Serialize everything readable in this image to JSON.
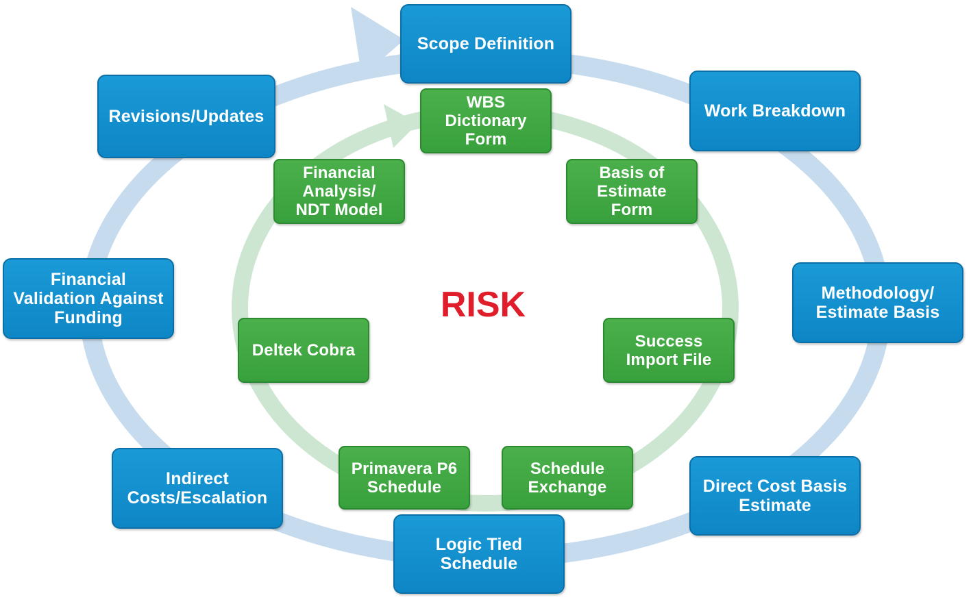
{
  "outer_cycle": [
    {
      "id": "scope",
      "label": "Scope Definition"
    },
    {
      "id": "wbd",
      "label": "Work Breakdown"
    },
    {
      "id": "method",
      "label": "Methodology/\nEstimate Basis"
    },
    {
      "id": "direct",
      "label": "Direct Cost Basis\nEstimate"
    },
    {
      "id": "logic",
      "label": "Logic Tied\nSchedule"
    },
    {
      "id": "indirect",
      "label": "Indirect\nCosts/Escalation"
    },
    {
      "id": "finval",
      "label": "Financial\nValidation Against\nFunding"
    },
    {
      "id": "rev",
      "label": "Revisions/Updates"
    }
  ],
  "inner_cycle": [
    {
      "id": "wbsdict",
      "label": "WBS\nDictionary\nForm"
    },
    {
      "id": "boe",
      "label": "Basis of\nEstimate\nForm"
    },
    {
      "id": "success",
      "label": "Success\nImport File"
    },
    {
      "id": "schex",
      "label": "Schedule\nExchange"
    },
    {
      "id": "p6",
      "label": "Primavera P6\nSchedule"
    },
    {
      "id": "cobra",
      "label": "Deltek Cobra"
    },
    {
      "id": "finanal",
      "label": "Financial\nAnalysis/\nNDT Model"
    }
  ],
  "center_label": "RISK",
  "colors": {
    "outer_box": "#1591d0",
    "outer_ring": "#c6dbee",
    "inner_box": "#43a845",
    "inner_ring": "#cde6d2",
    "center_text": "#e01e2b"
  }
}
